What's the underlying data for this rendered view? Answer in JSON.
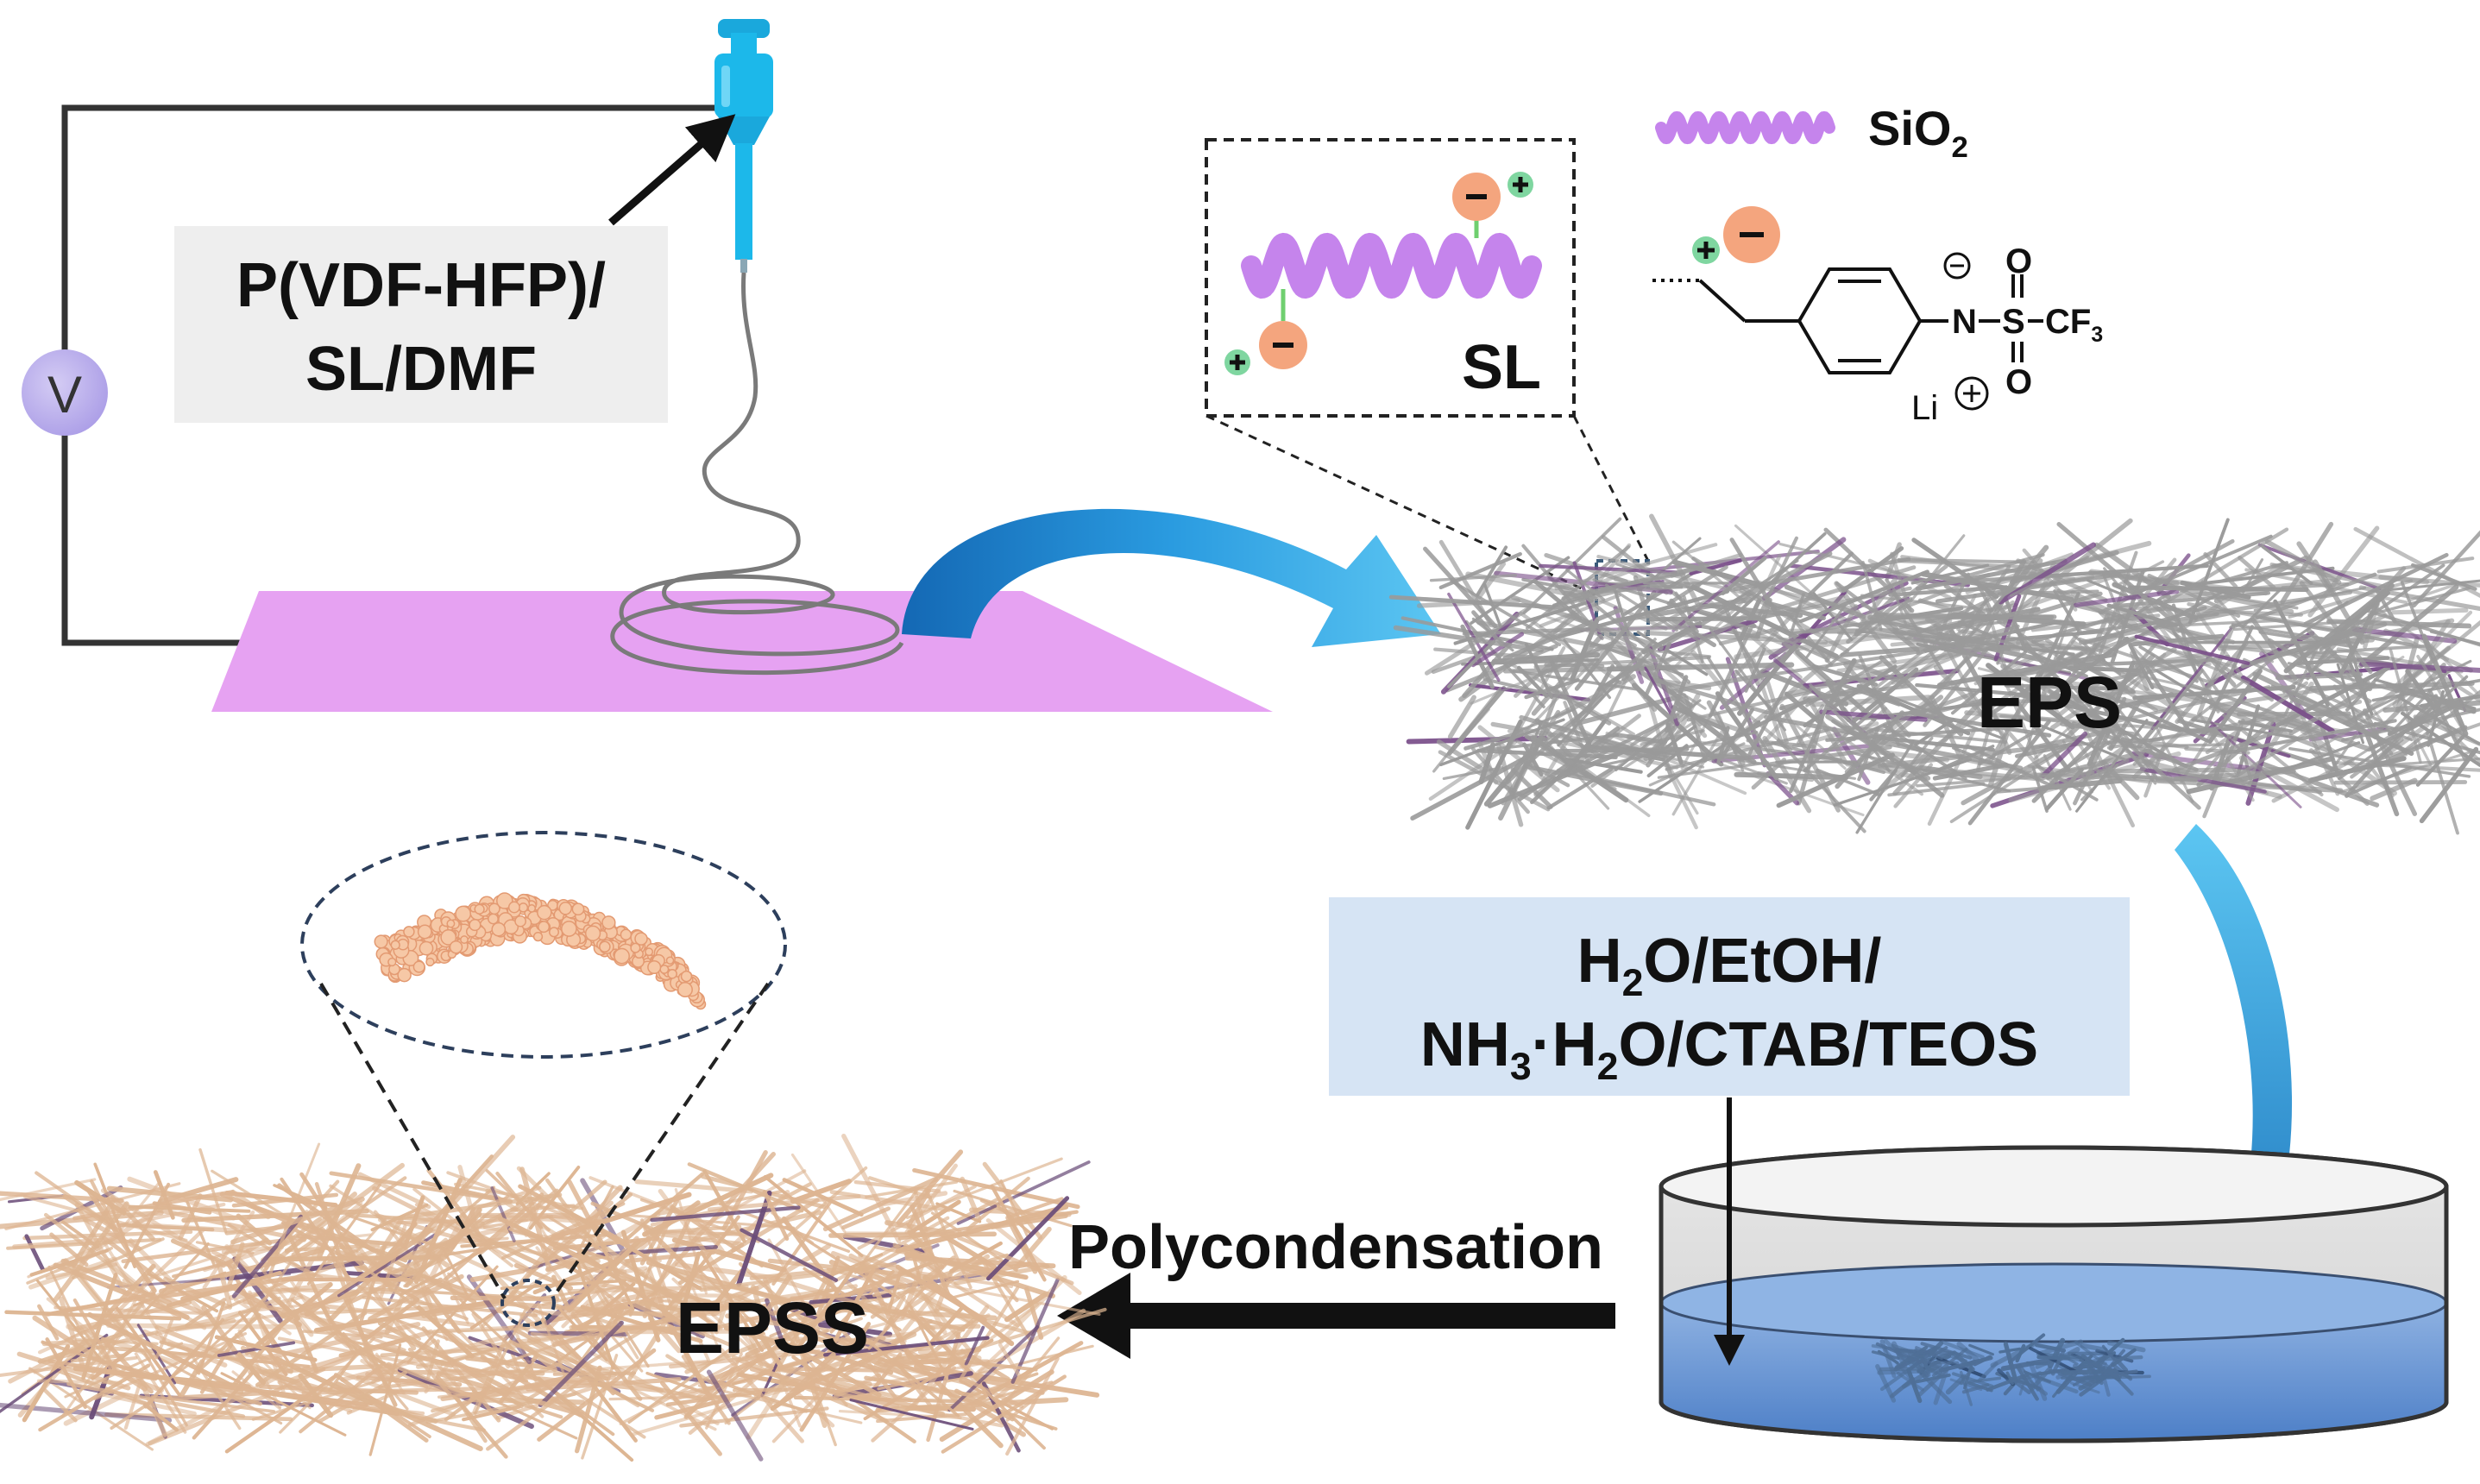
{
  "diagram": {
    "voltage_label": "V",
    "solution_label_line1": "P(VDF-HFP)/",
    "solution_label_line2": "SL/DMF",
    "legend_sio2_label": "SiO",
    "legend_sio2_sub": "2",
    "inset_label": "SL",
    "eps_label": "EPS",
    "epss_label": "EPSS",
    "process_label": "Polycondensation",
    "reagents_line1_a": "H",
    "reagents_line1_sub": "2",
    "reagents_line1_b": "O/EtOH/",
    "reagents_line2_a": "NH",
    "reagents_line2_sub1": "3",
    "reagents_line2_b": "·H",
    "reagents_line2_sub2": "2",
    "reagents_line2_c": "O/CTAB/TEOS",
    "chem_n": "N",
    "chem_s": "S",
    "chem_o_top": "O",
    "chem_o_bottom": "O",
    "chem_cf3_a": "CF",
    "chem_cf3_sub": "3",
    "chem_li": "Li",
    "colors": {
      "syringe": "#1cb8ea",
      "collector": "#e6a2f2",
      "helix": "#c584ec",
      "charge_neg": "#f4a57e",
      "charge_pos": "#7fd6a0",
      "fiber_gray": "#9a9a9a",
      "fiber_tan": "#ddb592",
      "label_box": "#eeeeee",
      "reagent_box": "#d6e4f4",
      "arrow_blue": "#1d8fd0",
      "water": "#6e98d4"
    }
  }
}
